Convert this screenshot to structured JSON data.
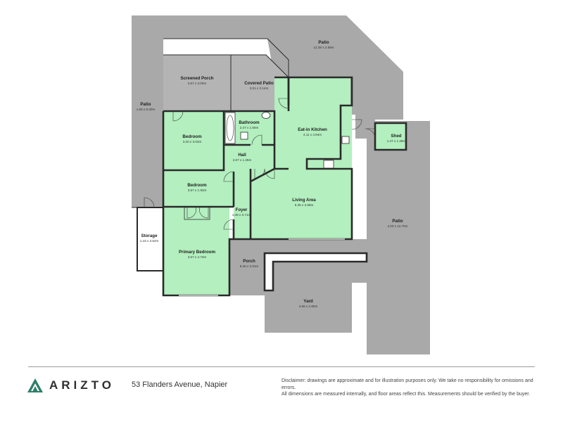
{
  "address": "53 Flanders Avenue, Napier",
  "brand": {
    "name": "ARIZTO",
    "logo_icon": "mountain-logo-icon",
    "logo_color": "#2f7f6a"
  },
  "disclaimer": {
    "line1": "Disclaimer: drawings are approximate and for illustration purposes only. We take no responsibility for omissions and errors.",
    "line2": "All dimensions are measured internally, and floor areas reflect this. Measurements should be verified by the buyer."
  },
  "colors": {
    "outdoor": "#a9a9a9",
    "indoor": "#b3efbf",
    "wall": "#2a2a2a",
    "storage": "#ffffff"
  },
  "rooms": {
    "patio_top": {
      "name": "Patio",
      "dims": "12.39 x 2.69m"
    },
    "patio_left": {
      "name": "Patio",
      "dims": "1.55 x 8.30m"
    },
    "screened_porch": {
      "name": "Screened Porch",
      "dims": "3.57 x 3.00m"
    },
    "covered_patio": {
      "name": "Covered Patio",
      "dims": "3.01 x 3.14m"
    },
    "bathroom": {
      "name": "Bathroom",
      "dims": "2.47 x 1.60m"
    },
    "kitchen": {
      "name": "Eat-in Kitchen",
      "dims": "4.11 x 4.94m"
    },
    "shed": {
      "name": "Shed",
      "dims": "1.47 x 1.29m"
    },
    "bedroom1": {
      "name": "Bedroom",
      "dims": "3.20 x 3.03m"
    },
    "hall": {
      "name": "Hall",
      "dims": "2.67 x 1.25m"
    },
    "bedroom2": {
      "name": "Bedroom",
      "dims": "3.57 x 1.93m"
    },
    "living": {
      "name": "Living Area",
      "dims": "5.35 x 3.69m"
    },
    "foyer": {
      "name": "Foyer",
      "dims": "1.08 x 3.71m"
    },
    "storage": {
      "name": "Storage",
      "dims": "1.43 x 3.52m"
    },
    "primary": {
      "name": "Primary Bedroom",
      "dims": "3.57 x 4.73m"
    },
    "porch": {
      "name": "Porch",
      "dims": "6.46 x 3.01m"
    },
    "patio_right": {
      "name": "Patio",
      "dims": "4.20 x 12.70m"
    },
    "yard": {
      "name": "Yard",
      "dims": "4.66 x 2.80m"
    }
  }
}
